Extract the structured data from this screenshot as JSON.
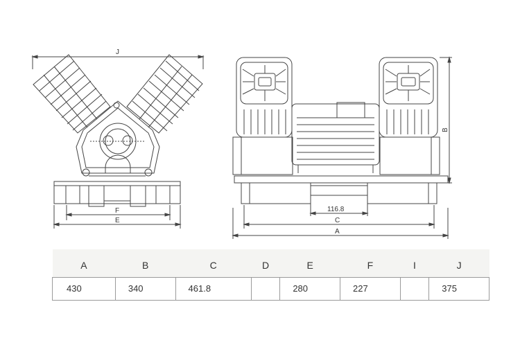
{
  "dimension_labels": {
    "J": "J",
    "F": "F",
    "E": "E",
    "B": "B",
    "offset": "116.8",
    "C": "C",
    "A": "A"
  },
  "spec_table": {
    "headers": [
      "A",
      "B",
      "C",
      "D",
      "E",
      "F",
      "I",
      "J"
    ],
    "values": [
      "430",
      "340",
      "461.8",
      "",
      "280",
      "227",
      "",
      "375"
    ]
  }
}
